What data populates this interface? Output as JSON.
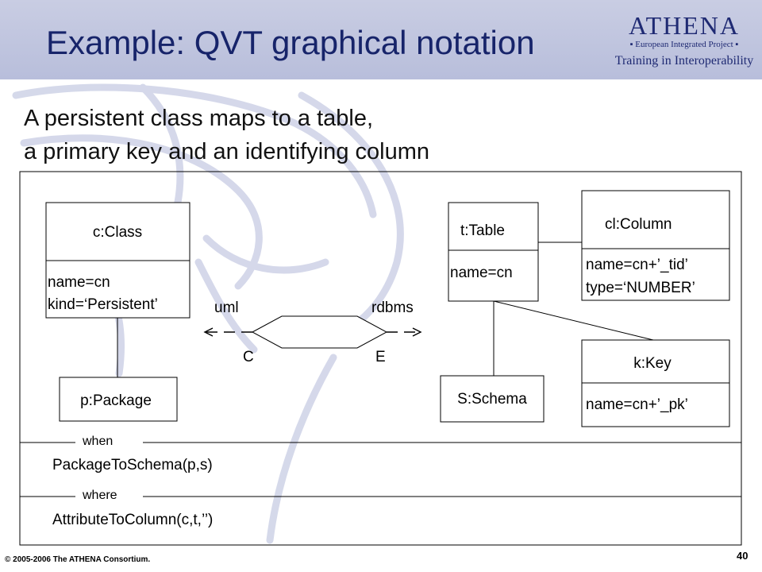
{
  "slide": {
    "title": "Example: QVT graphical notation",
    "subtitle_line1": "A persistent class maps to a table,",
    "subtitle_line2": "a primary key and an identifying column"
  },
  "logo": {
    "name": "ATHENA",
    "subtitle": "▪ European Integrated Project ▪",
    "tagline": "Training in Interoperability"
  },
  "diagram": {
    "class_box": {
      "title": "c:Class",
      "attr1": "name=cn",
      "attr2": "kind=‘Persistent’"
    },
    "package_box": {
      "title": "p:Package"
    },
    "table_box": {
      "title": "t:Table",
      "attr1": "name=cn"
    },
    "column_box": {
      "title": "cl:Column",
      "attr1": "name=cn+’_tid’",
      "attr2": "type=‘NUMBER’"
    },
    "key_box": {
      "title": "k:Key",
      "attr1": "name=cn+’_pk’"
    },
    "schema_box": {
      "title": "S:Schema"
    },
    "relation": {
      "left_domain": "uml",
      "right_domain": "rdbms",
      "left_mode": "C",
      "right_mode": "E"
    },
    "when": {
      "label": "when",
      "clause": "PackageToSchema(p,s)"
    },
    "where": {
      "label": "where",
      "clause": "AttributeToColumn(c,t,’’)"
    }
  },
  "footer": {
    "copyright": "© 2005-2006 The ATHENA Consortium.",
    "page_number": "40"
  }
}
